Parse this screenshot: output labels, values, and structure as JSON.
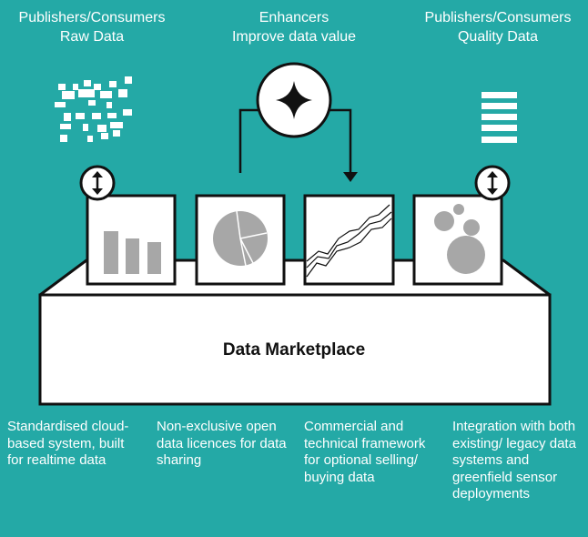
{
  "headers": {
    "left": {
      "line1": "Publishers/Consumers",
      "line2": "Raw Data"
    },
    "middle": {
      "line1": "Enhancers",
      "line2": "Improve data value"
    },
    "right": {
      "line1": "Publishers/Consumers",
      "line2": "Quality Data"
    }
  },
  "marketplace": {
    "title": "Data Marketplace"
  },
  "cards": [
    {
      "icon": "bar-chart-icon"
    },
    {
      "icon": "pie-chart-icon"
    },
    {
      "icon": "line-chart-icon"
    },
    {
      "icon": "bubble-chart-icon"
    }
  ],
  "icons": {
    "raw_data": "pixel-noise-icon",
    "quality_data": "text-lines-icon",
    "enhancer": "sparkle-icon",
    "exchange": "up-down-arrow-icon"
  },
  "features": [
    "Standardised cloud-based system, built for realtime data",
    "Non-exclusive open data licences for data sharing",
    "Commercial and technical framework for optional selling/ buying data",
    "Integration with both existing/ legacy data systems and greenfield sensor deployments"
  ],
  "colors": {
    "background": "#24a9a6",
    "box": "#ffffff",
    "outline": "#111111",
    "chart_gray": "#a7a7a7"
  }
}
